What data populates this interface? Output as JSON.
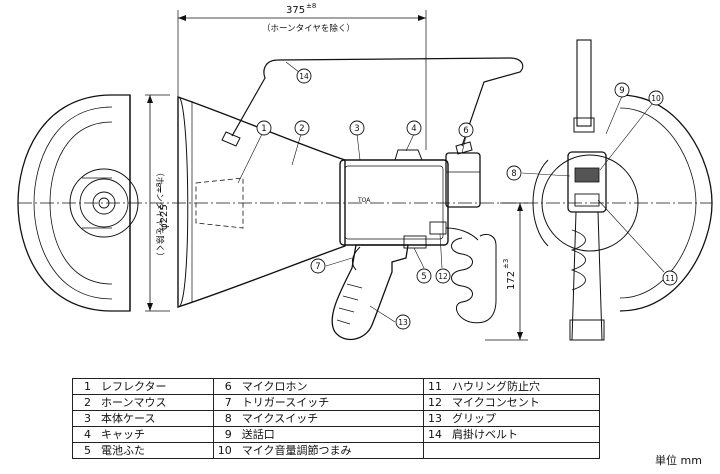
{
  "dimensions": {
    "length": "375",
    "length_tol": "±8",
    "length_note": "（ホーンタイヤを除く）",
    "diameter": "φ225",
    "diameter_tol": "±8",
    "diameter_note": "（ホーンタイヤを除く）",
    "height": "172",
    "height_tol": "±3"
  },
  "callouts": [
    "1",
    "2",
    "3",
    "4",
    "6",
    "7",
    "5",
    "12",
    "13",
    "14",
    "8",
    "9",
    "10",
    "11"
  ],
  "body_label": "TOA",
  "parts": [
    {
      "no": "1",
      "name": "レフレクター"
    },
    {
      "no": "2",
      "name": "ホーンマウス"
    },
    {
      "no": "3",
      "name": "本体ケース"
    },
    {
      "no": "4",
      "name": "キャッチ"
    },
    {
      "no": "5",
      "name": "電池ふた"
    },
    {
      "no": "6",
      "name": "マイクロホン"
    },
    {
      "no": "7",
      "name": "トリガースイッチ"
    },
    {
      "no": "8",
      "name": "マイクスイッチ"
    },
    {
      "no": "9",
      "name": "送話口"
    },
    {
      "no": "10",
      "name": "マイク音量調節つまみ"
    },
    {
      "no": "11",
      "name": "ハウリング防止穴"
    },
    {
      "no": "12",
      "name": "マイクコンセント"
    },
    {
      "no": "13",
      "name": "グリップ"
    },
    {
      "no": "14",
      "name": "肩掛けベルト"
    }
  ],
  "unit_label": "単位 mm"
}
